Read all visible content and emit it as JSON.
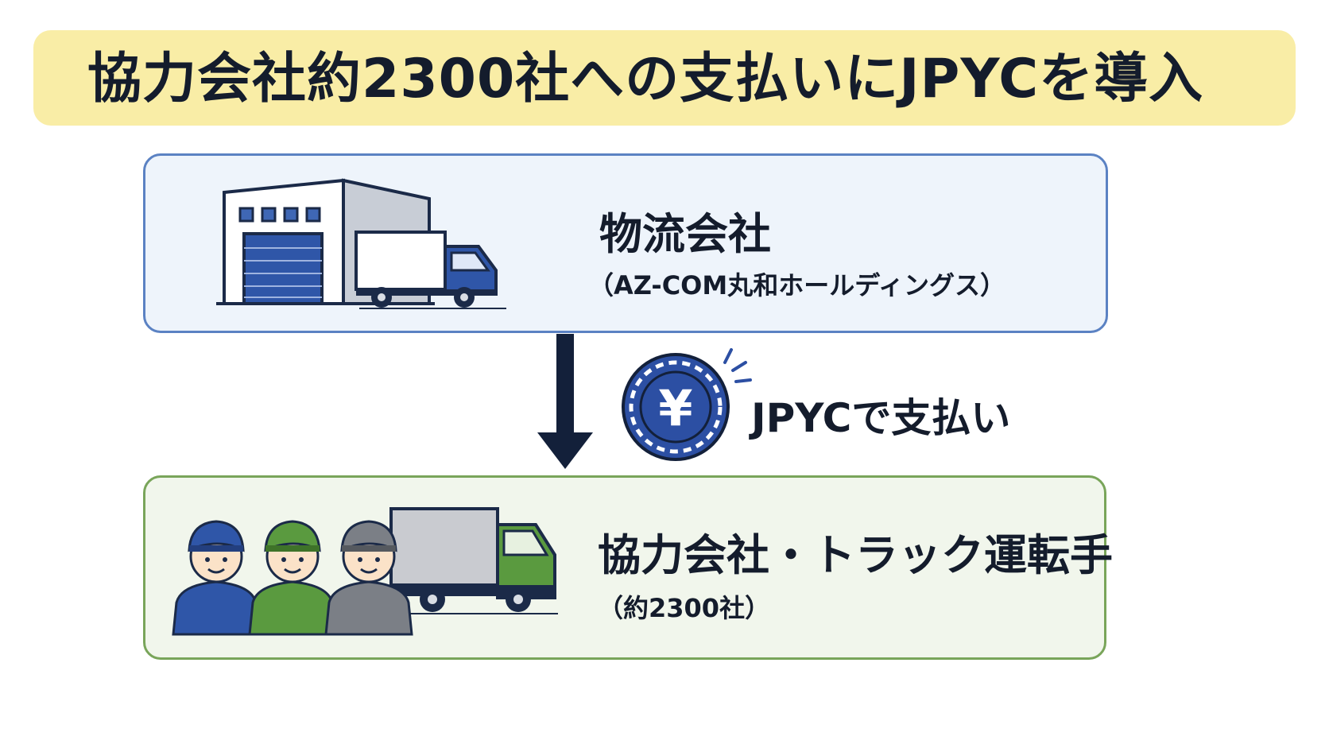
{
  "header": {
    "title": "協力会社約2300社への支払いにJPYCを導入"
  },
  "top_box": {
    "title": "物流会社",
    "subtitle": "（AZ-COM丸和ホールディングス）",
    "icon": "warehouse-truck-icon"
  },
  "flow": {
    "label": "JPYCで支払い",
    "coin_symbol": "¥",
    "coin_icon": "yen-coin-icon",
    "arrow_icon": "down-arrow-icon"
  },
  "bottom_box": {
    "title": "協力会社・トラック運転手",
    "subtitle": "（約2300社）",
    "icon": "workers-truck-icon"
  },
  "colors": {
    "title_band": "#f9eda6",
    "top_box_border": "#5b82c3",
    "bottom_box_border": "#79a55a",
    "coin_blue": "#2c4fa3",
    "arrow": "#13203a"
  }
}
